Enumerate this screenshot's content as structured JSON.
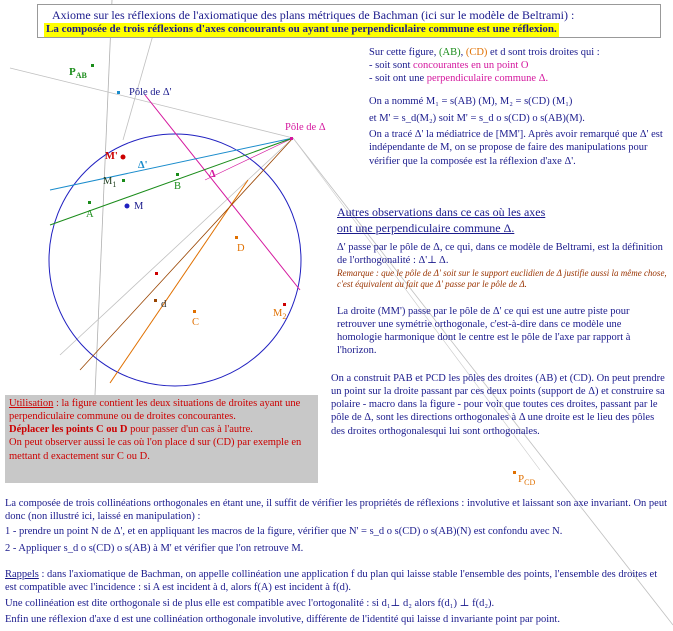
{
  "header": {
    "title": "Axiome sur les réflexions de l'axiomatique des plans métriques de Bachman (ici sur le modèle de Beltrami) :",
    "subtitle": "La composée de trois réflexions d'axes concourants ou ayant une perpendiculaire commune est une réflexion."
  },
  "figure_labels": {
    "pab": "P",
    "pab_sub": "AB",
    "pole_delta_prime": "Pôle de Δ'",
    "pole_delta": "Pôle de Δ",
    "m_prime": "M'",
    "delta_prime": "Δ'",
    "delta": "Δ",
    "m1": "M",
    "m1_sub": "1",
    "b": "B",
    "a": "A",
    "m": "M",
    "d_point": "D",
    "d_line": "d",
    "c": "C",
    "m2": "M",
    "m2_sub": "2",
    "pcd": "P",
    "pcd_sub": "CD"
  },
  "figure_intro": {
    "line1_a": "Sur cette figure, ",
    "line1_ab": "(AB)",
    "line1_b": ", ",
    "line1_cd": "(CD)",
    "line1_c": " et d sont trois droites qui :",
    "line2_a": "- soit sont ",
    "line2_b": "concourantes en un point O",
    "line3_a": "- soit ont une ",
    "line3_b": "perpendiculaire commune Δ."
  },
  "naming": {
    "p1": "On a nommé M₁ = s(AB) (M), M₂ = s(CD) (M₁)",
    "p2": "et M' = s_d(M₂) soit M' = s_d o s(CD) o s(AB)(M).",
    "p3": "On a tracé Δ' la médiatrice de [MM']. Après avoir remarqué que Δ' est indépendante de M, on se propose de faire des manipulations pour vérifier que la composée est la réflexion d'axe Δ'."
  },
  "other_obs": {
    "title1": "Autres observations dans ce cas où les axes",
    "title2": "ont une perpendiculaire commune Δ.",
    "p1": "Δ' passe par le pôle de Δ, ce qui, dans ce modèle de Beltrami, est la définition de l'orthogonalité :  Δ'⊥ Δ.",
    "remark": "Remarque : que le pôle de Δ' soit sur le support euclidien de Δ justifie aussi la même chose, c'est équivalent au fait que Δ' passe par le pôle de Δ.",
    "p2": "La droite (MM') passe par le pôle de Δ' ce qui est une autre piste pour retrouver une symétrie orthogonale, c'est-à-dire dans ce modèle une homologie harmonique dont le centre est le pôle de l'axe par rapport à l'horizon.",
    "p3": "On a construit PAB et PCD les pôles des droites (AB) et (CD). On peut prendre un point sur la droite passant par ces deux points (support de Δ) et construire sa polaire - macro dans la figure - pour voir que toutes ces droites, passant par le pôle de Δ, sont les directions orthogonales à Δ une droite est le lieu des pôles des droites orthogonalesqui lui sont orthogonales."
  },
  "usage": {
    "label": "Utilisation",
    "p1": " : la figure contient les deux situations de droites ayant une perpendiculaire commune ou de droites concourantes.",
    "p2": "Déplacer les points C ou D",
    "p2b": " pour passer d'un cas à l'autre.",
    "p3": "On peut observer aussi le cas où l'on place d sur (CD) par exemple en mettant d exactement sur C ou D."
  },
  "bottom": {
    "p1": "La composée de trois collinéations orthogonales en étant une, il suffit de vérifier les propriétés de réflexions : involutive et laissant son axe invariant. On peut donc (non illustré ici, laissé en manipulation) :",
    "p2": "1 - prendre un point N de Δ', et en appliquant les macros de la figure, vérifier que N' =  s_d o s(CD) o s(AB)(N) est confondu avec N.",
    "p3": "2 - Appliquer  s_d o s(CD) o s(AB) à M' et vérifier que l'on retrouve M.",
    "rappels_label": "Rappels",
    "p4": " : dans l'axiomatique de Bachman, on appelle collinéation une application f du plan qui laisse stable l'ensemble des points, l'ensemble des droites et est compatible avec l'incidence : si A est incident à d, alors f(A) est incident à f(d).",
    "p5": "Une collinéation est dite orthogonale si de plus elle est compatible avec l'ortogonalité : si d₁⊥ d₂ alors f(d₁) ⊥ f(d₂).",
    "p6": "Enfin une réflexion d'axe d  est une collinéation orthogonale involutive, différente de l'identité qui laisse d invariante point par point."
  },
  "colors": {
    "navy": "#1a1a8c",
    "green": "#1a8c1a",
    "orange": "#e07000",
    "red": "#cc0000",
    "magenta": "#d4179e",
    "cyan": "#1a8ccc",
    "highlight": "#ffff00",
    "usage_bg": "#c8c8c8"
  }
}
